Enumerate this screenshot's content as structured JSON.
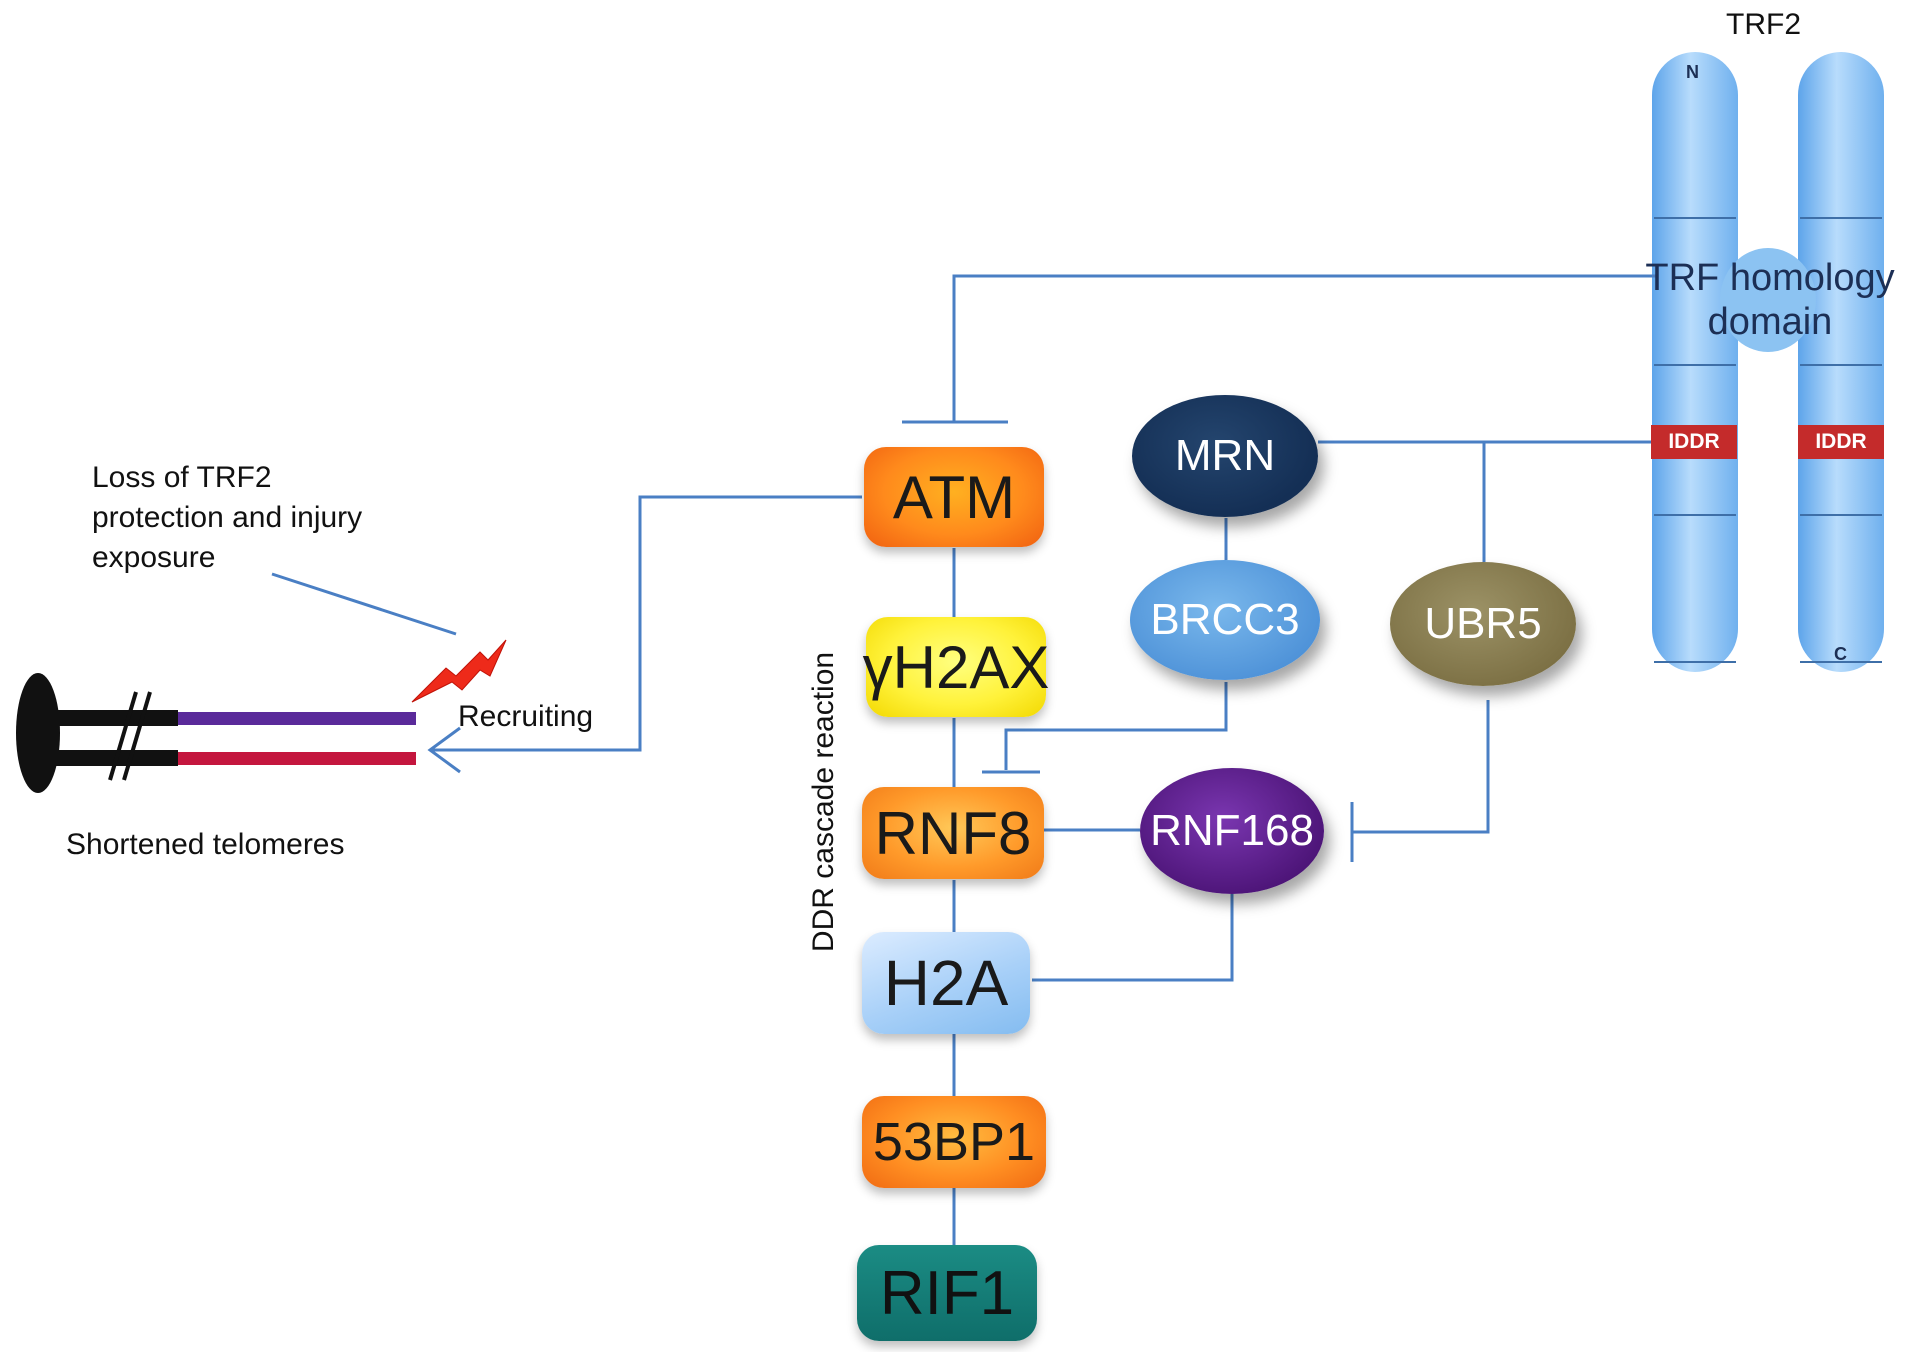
{
  "title_label": "TRF2",
  "domain_label": "TRF homology domain",
  "domain_label_lines": [
    "TRF homology",
    "domain"
  ],
  "iddr_label": "IDDR",
  "terminal_n": "N",
  "terminal_c": "C",
  "loss_label_lines": [
    "Loss of TRF2",
    "protection and injury",
    "exposure"
  ],
  "recruiting_label": "Recruiting",
  "telomere_label": "Shortened telomeres",
  "cascade_label": "DDR cascade reaction",
  "nodes": {
    "atm": "ATM",
    "gh2ax": "γH2AX",
    "rnf8": "RNF8",
    "h2a": "H2A",
    "p53bp1": "53BP1",
    "rif1": "RIF1",
    "mrn": "MRN",
    "brcc3": "BRCC3",
    "ubr5": "UBR5",
    "rnf168": "RNF168"
  },
  "colors": {
    "connector": "#4a7fc4",
    "chromosome": "#7db8ee",
    "iddr": "#c42b2b",
    "telomere_top": "#5a2a9a",
    "telomere_bottom": "#c4163e",
    "lightning": "#ee2a1a"
  }
}
